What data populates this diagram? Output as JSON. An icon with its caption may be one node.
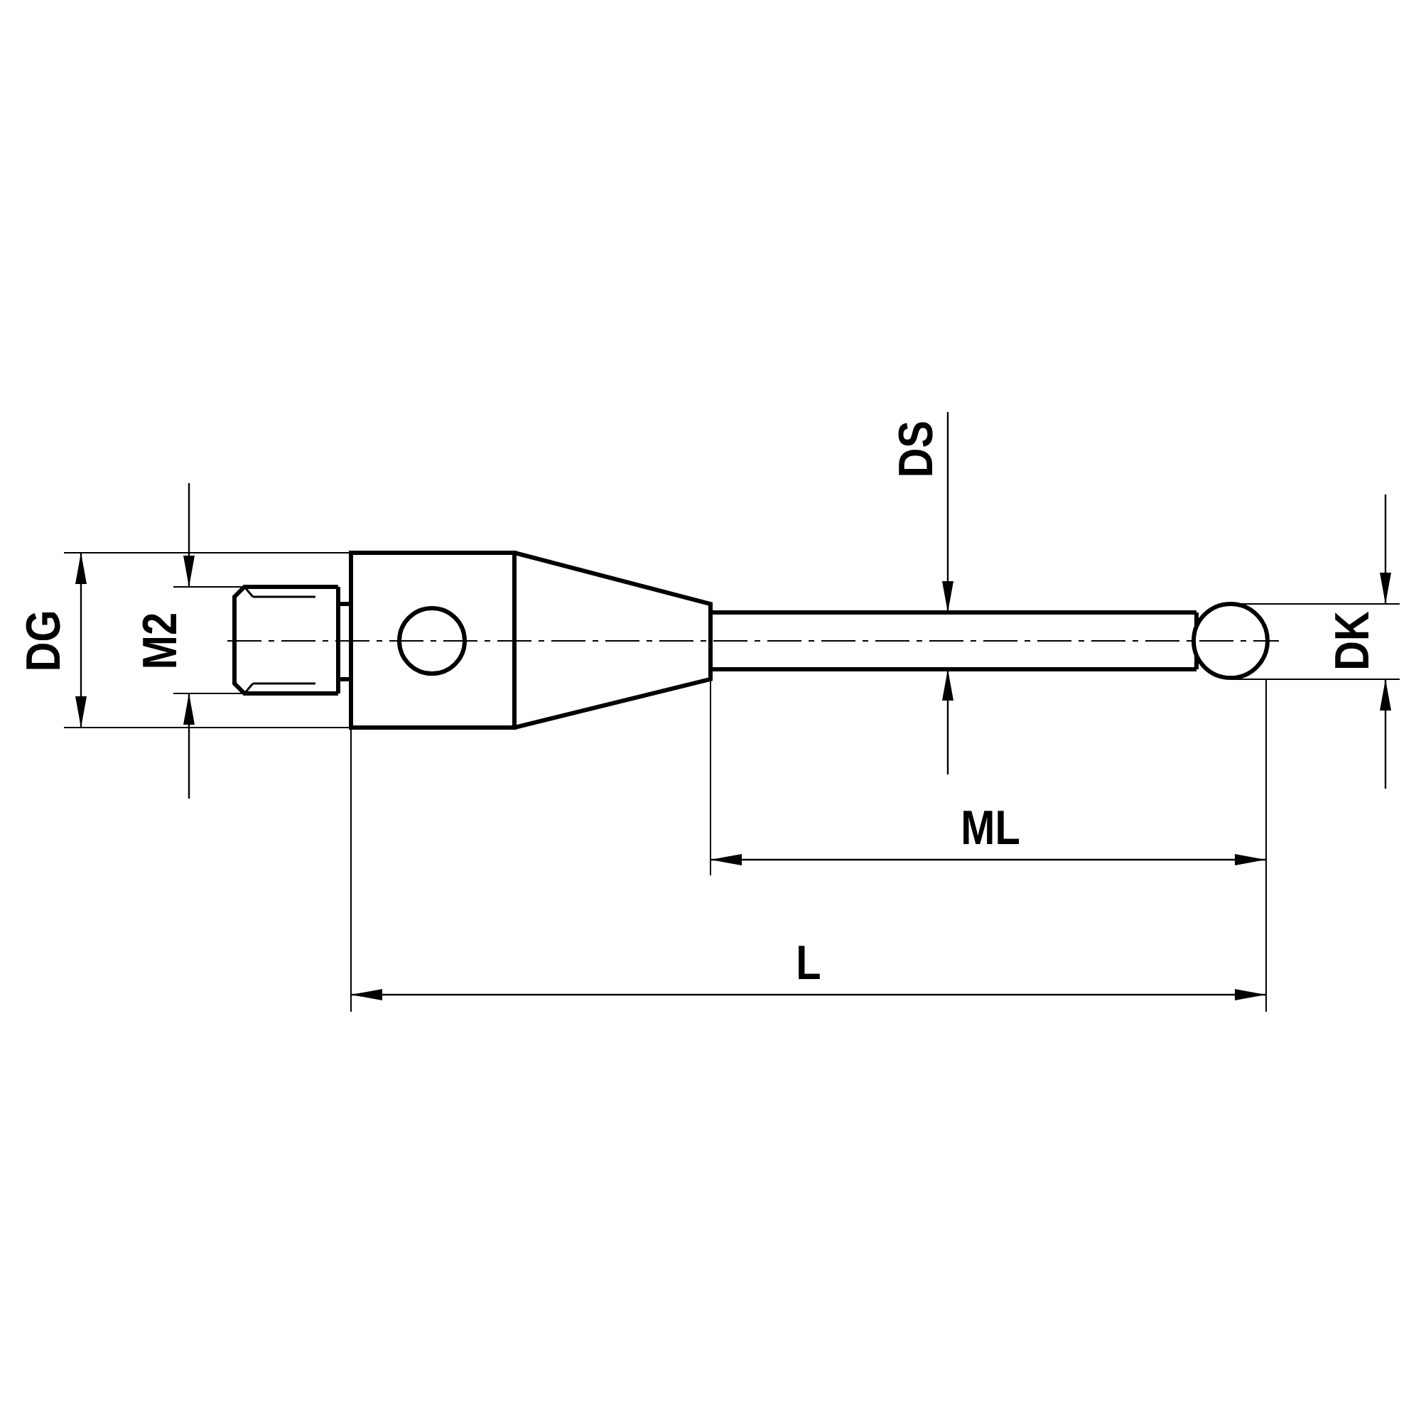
{
  "diagram": {
    "labels": [
      "DS",
      "DG",
      "M2",
      "DK",
      "ML",
      "L"
    ]
  }
}
